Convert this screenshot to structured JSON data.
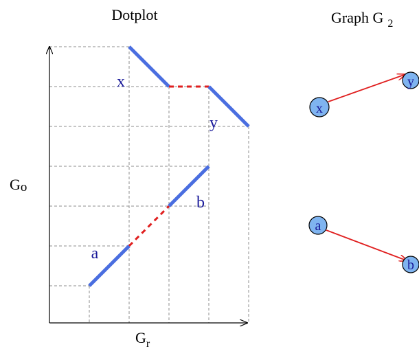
{
  "dotplot": {
    "title": "Dotplot",
    "x_axis_main": "G",
    "x_axis_sub": "r",
    "y_axis_main": "G",
    "y_axis_sub": "o",
    "segment_labels": {
      "x": "x",
      "y": "y",
      "a": "a",
      "b": "b"
    }
  },
  "graph": {
    "title_main": "Graph G",
    "title_sub": "2",
    "nodes": {
      "x": "x",
      "y": "y",
      "a": "a",
      "b": "b"
    },
    "edges": [
      {
        "from": "x",
        "to": "y"
      },
      {
        "from": "a",
        "to": "b"
      }
    ]
  },
  "colors": {
    "segment": "#4a6ee0",
    "gap": "#e01f1f",
    "node_fill": "#7fb4f0",
    "label": "#1a1a9a"
  }
}
